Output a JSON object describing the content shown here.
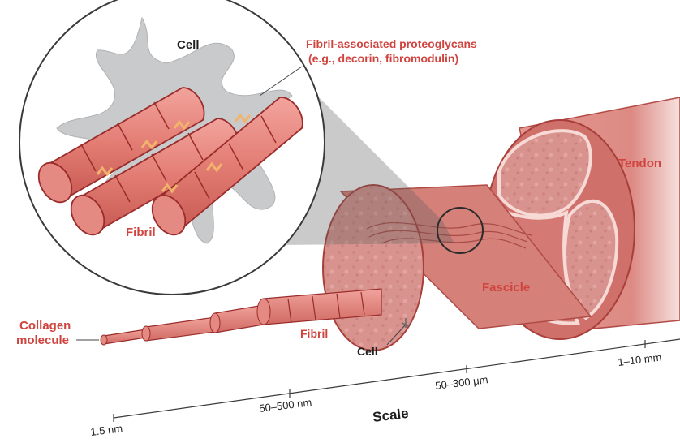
{
  "labels": {
    "cell_top": "Cell",
    "fpg_line1": "Fibril-associated proteoglycans",
    "fpg_line2": "(e.g., decorin, fibromodulin)",
    "fibril_inset": "Fibril",
    "tendon": "Tendon",
    "fascicle": "Fascicle",
    "collagen_line1": "Collagen",
    "collagen_line2": "molecule",
    "fibril_chain": "Fibril",
    "cell_bottom": "Cell"
  },
  "scale": {
    "title": "Scale",
    "ticks": [
      "1.5 nm",
      "50–500 nm",
      "50–300 μm",
      "1–10 mm"
    ]
  },
  "colors": {
    "fibril_fill": "#e9877f",
    "fibril_stroke": "#9a2c2b",
    "tissue_fill": "#d87f79",
    "tissue_dark": "#c0625e",
    "label_red": "#d0443f",
    "cell_gray": "#c9cacc",
    "proteoglycan": "#f2b36c"
  }
}
